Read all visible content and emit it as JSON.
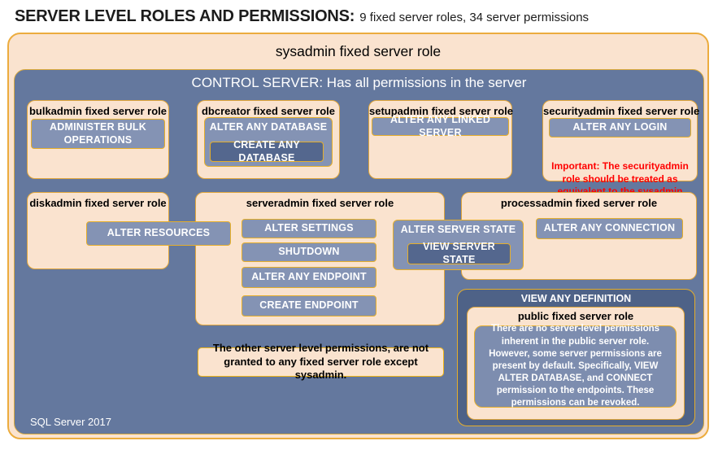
{
  "header": {
    "title": "SERVER LEVEL ROLES AND PERMISSIONS:",
    "subtitle": "9 fixed server roles, 34 server permissions"
  },
  "outer": {
    "sysadmin_label": "sysadmin fixed server role",
    "control_server_label": "CONTROL SERVER: Has all permissions in the server",
    "footer": "SQL Server 2017"
  },
  "roles": {
    "bulkadmin": {
      "title": "bulkadmin fixed server role",
      "perm": "ADMINISTER BULK OPERATIONS"
    },
    "dbcreator": {
      "title": "dbcreator fixed server role",
      "perm_outer": "ALTER ANY DATABASE",
      "perm_nested": "CREATE ANY DATABASE"
    },
    "setupadmin": {
      "title": "setupadmin fixed server role",
      "perm": "ALTER ANY LINKED SERVER"
    },
    "securityadmin": {
      "title": "securityadmin fixed server role",
      "perm": "ALTER ANY LOGIN",
      "warning": "Important: The securityadmin role should be treated as equivalent to the sysadmin role."
    },
    "diskadmin": {
      "title": "diskadmin fixed server role",
      "perm": "ALTER RESOURCES"
    },
    "serveradmin": {
      "title": "serveradmin fixed server role",
      "perms": [
        "ALTER SETTINGS",
        "SHUTDOWN",
        "ALTER ANY ENDPOINT",
        "CREATE ENDPOINT"
      ],
      "state_outer": "ALTER SERVER STATE",
      "state_nested": "VIEW SERVER STATE"
    },
    "processadmin": {
      "title": "processadmin fixed server role",
      "perm": "ALTER ANY CONNECTION"
    },
    "public_role": {
      "banner": "VIEW ANY DEFINITION",
      "title": "public fixed server role",
      "note": "There are no server-level permissions inherent in the public server role. However, some server permissions are present by default. Specifically, VIEW ALTER DATABASE, and CONNECT permission to the endpoints. These permissions can be revoked."
    }
  },
  "footnote": "The other server level permissions, are not granted to any fixed server role except sysadmin.",
  "colors": {
    "peach": "#FAE3CF",
    "gold_border": "#DFA53B",
    "bright_gold": "#EEB417",
    "panel_blue": "#64789E",
    "button_blue": "#8493B4",
    "dark_button_blue": "#54678E",
    "definition_panel_blue": "#4E6287",
    "warning_red": "#FF0000"
  }
}
